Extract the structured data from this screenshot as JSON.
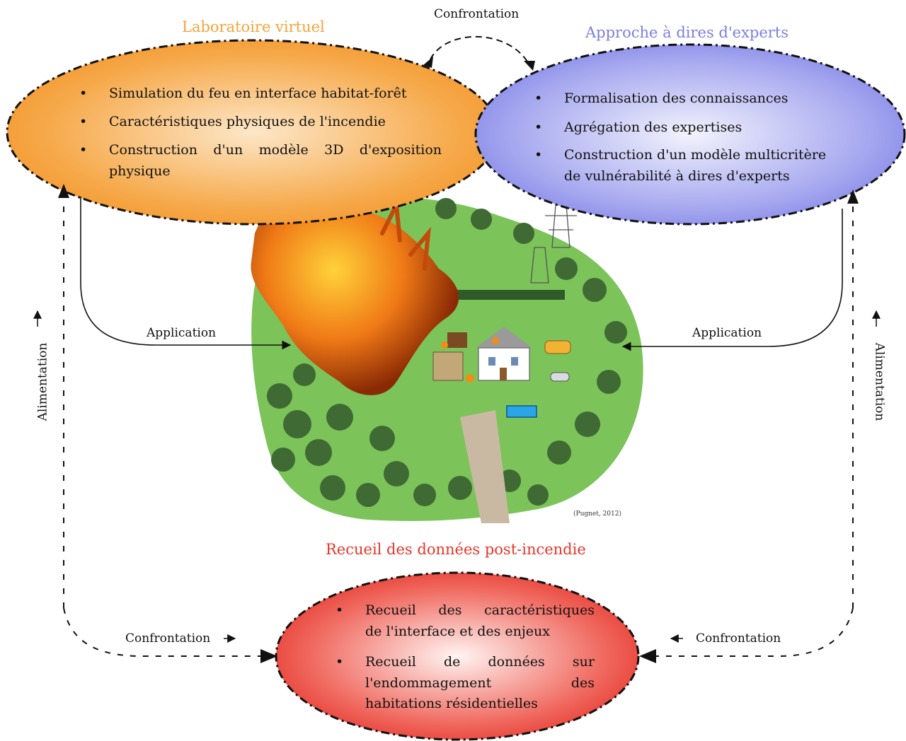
{
  "labels": {
    "lab_title": "Laboratoire virtuel",
    "expert_title": "Approche à dires d'experts",
    "postfire_title": "Recueil des données post-incendie",
    "confrontation_top": "Confrontation",
    "confrontation_left": "Confrontation",
    "confrontation_right": "Confrontation",
    "application_left": "Application",
    "application_right": "Application",
    "alimentation_left": "Alimentation",
    "alimentation_right": "Alimentation",
    "credit": "(Pugnet, 2012)"
  },
  "lab_items": [
    "Simulation du feu en interface habitat-forêt",
    "Caractéristiques physiques de l'incendie",
    "Construction d'un modèle 3D d'exposition",
    "physique"
  ],
  "expert_items": [
    "Formalisation des connaissances",
    "Agrégation des expertises",
    "Construction d'un modèle multicritère",
    "de vulnérabilité à dires d'experts"
  ],
  "postfire_items": [
    "Recueil des caractéristiques",
    "de l'interface et des enjeux",
    "Recueil de données sur",
    "l'endommagement des",
    "habitations résidentielles"
  ],
  "bullet": "•",
  "colors": {
    "orange": "#f5a33a",
    "blue": "#7b7fe0",
    "red": "#e8352a",
    "forest": "#6ab84a",
    "fire": "#e8631a"
  }
}
